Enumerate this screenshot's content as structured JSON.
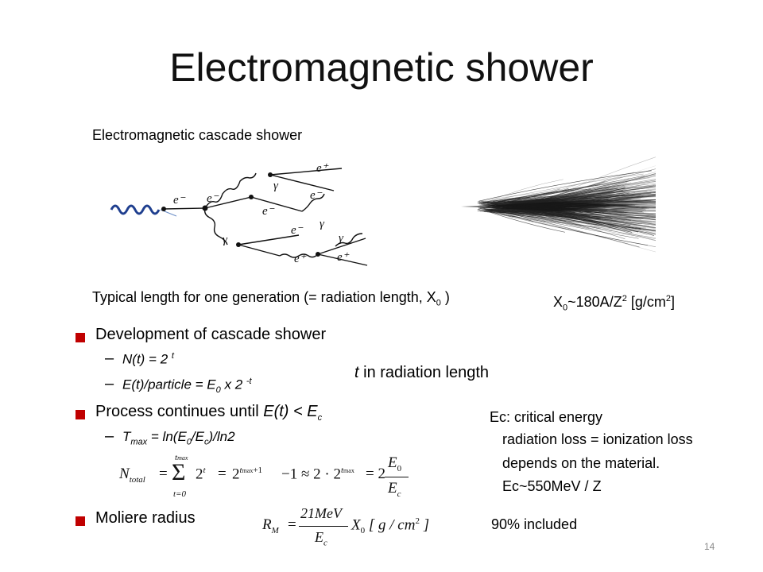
{
  "slide": {
    "title": "Electromagnetic shower",
    "page_number": "14"
  },
  "caption": {
    "cascade": "Electromagnetic cascade shower",
    "typical_length_prefix": "Typical length for one generation (= radiation length, X",
    "typical_length_sub": "0",
    "typical_length_suffix": " )",
    "x0_a": "X",
    "x0_sub": "0",
    "x0_b": "~180A/Z",
    "x0_sup": "2",
    "x0_c": " [g/cm",
    "x0_sup2": "2",
    "x0_d": "]"
  },
  "diagram": {
    "e_minus": "e⁻",
    "e_plus": "e⁺",
    "gamma": "γ"
  },
  "bullets": {
    "development": "Development of cascade shower",
    "n_t": "N(t) = 2 ",
    "n_t_sup": "t",
    "e_t_a": "E(t)/particle = E",
    "e_t_sub": "0",
    "e_t_b": " x 2 ",
    "e_t_sup": "-t",
    "t_in_rad": "t",
    "t_in_rad_rest": " in radiation length",
    "process_a": "Process continues until ",
    "process_b": "E(t) < E",
    "process_sub": "c",
    "tmax_a": "T",
    "tmax_sub": "max",
    "tmax_b": " = ln(E",
    "tmax_sub2": "0",
    "tmax_c": "/E",
    "tmax_sub3": "c",
    "tmax_d": ")/ln2",
    "moliere": "Moliere radius",
    "dash": "–"
  },
  "formulas": {
    "n_total_lhs": "N",
    "n_total_sub": "total",
    "eq": "=",
    "sigma": "Σ",
    "sum_top": "t",
    "sum_top_sub": "max",
    "sum_bottom": "t=0",
    "term_2t": "2",
    "term_2t_sup": "t",
    "term2": "2",
    "term2_sup": "t",
    "term2_sup_sub": "max",
    "term2_sup_rest": "+1",
    "minus_one": "−1 ≈ 2 · 2",
    "term3_sup": "t",
    "term3_sup_sub": "max",
    "eq_2": "= 2",
    "frac_num": "E",
    "frac_num_sub": "0",
    "frac_den": "E",
    "frac_den_sub": "c",
    "rm_lhs": "R",
    "rm_sub": "M",
    "rm_num": "21MeV",
    "rm_den": "E",
    "rm_den_sub": "c",
    "rm_x": "X",
    "rm_x_sub": "0",
    "rm_units": " [ g / cm",
    "rm_units_sup": "2",
    "rm_units_end": " ]"
  },
  "notes": {
    "ec_title": "Ec: critical energy",
    "ec_line1": "radiation loss = ionization loss",
    "ec_line2": "depends on the material.",
    "ec_line3": "Ec~550MeV / Z",
    "included": "90% included"
  },
  "colors": {
    "bullet_red": "#c00000",
    "photon_blue": "#1f3f8f"
  }
}
